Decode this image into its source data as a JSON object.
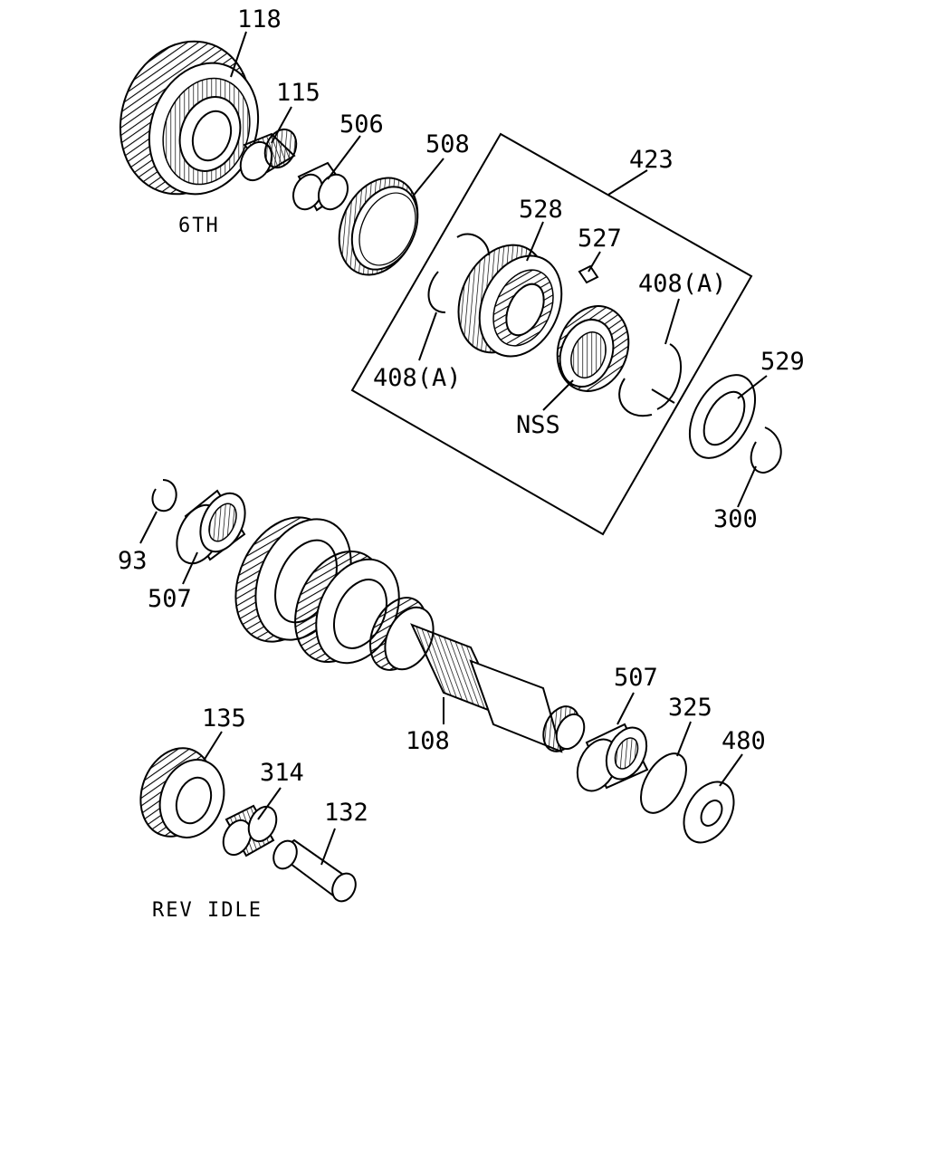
{
  "labels": {
    "p118": "118",
    "p115": "115",
    "p506": "506",
    "p508": "508",
    "p423": "423",
    "p528": "528",
    "p527": "527",
    "p408a_right": "408(A)",
    "p408a_left": "408(A)",
    "nss": "NSS",
    "p529": "529",
    "p300": "300",
    "p93": "93",
    "p507_upper": "507",
    "p507_lower": "507",
    "p108": "108",
    "p325": "325",
    "p480": "480",
    "p135": "135",
    "p314": "314",
    "p132": "132"
  },
  "captions": {
    "sixth": "6TH",
    "rev_idle": "REV IDLE"
  }
}
